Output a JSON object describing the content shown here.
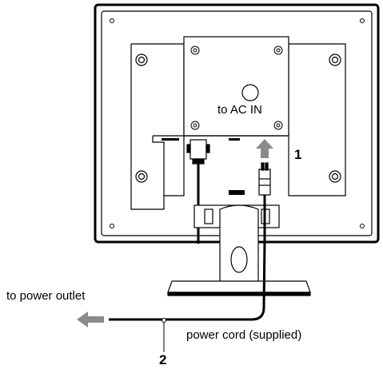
{
  "labels": {
    "ac_in": "to AC IN",
    "power_outlet": "to power outlet",
    "power_cord": "power cord (supplied)"
  },
  "callouts": {
    "step1": "1",
    "step2": "2"
  },
  "colors": {
    "line": "#000000",
    "arrow": "#8a8a8a",
    "background": "#ffffff"
  }
}
